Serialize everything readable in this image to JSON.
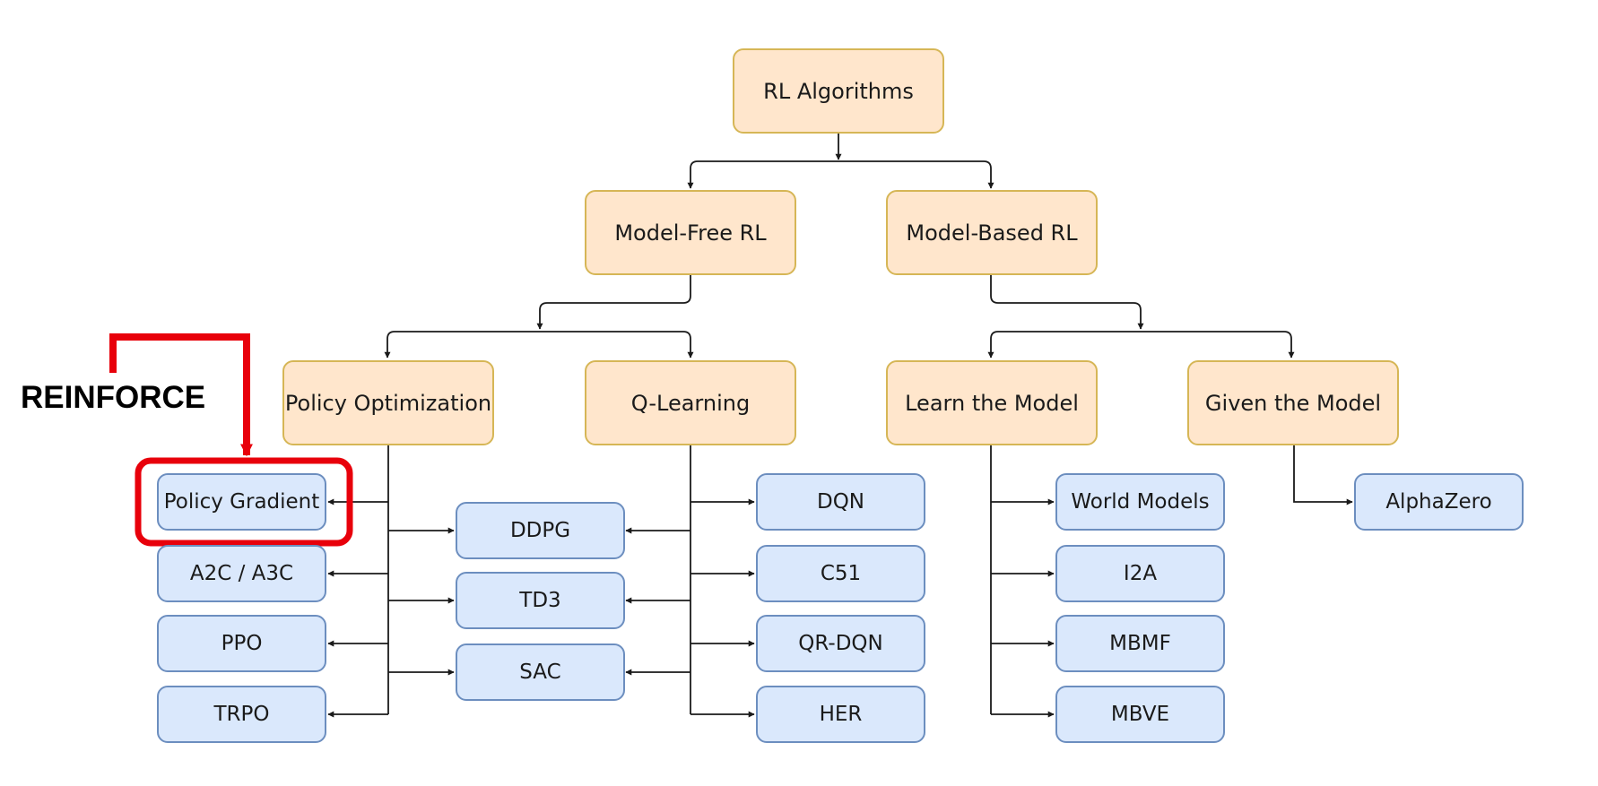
{
  "colors": {
    "category_fill": "#ffe6cc",
    "category_border": "#d6b656",
    "algorithm_fill": "#dae8fc",
    "algorithm_border": "#6c8ebf",
    "edge": "#1a1a1a",
    "highlight": "#e8000b"
  },
  "tree": {
    "root": "RL Algorithms",
    "branches": {
      "model_free": "Model-Free RL",
      "model_based": "Model-Based RL"
    },
    "categories": {
      "policy_optimization": "Policy Optimization",
      "q_learning": "Q-Learning",
      "learn_the_model": "Learn the Model",
      "given_the_model": "Given the Model"
    },
    "algorithms": {
      "policy_gradient": "Policy Gradient",
      "a2c_a3c": "A2C / A3C",
      "ppo": "PPO",
      "trpo": "TRPO",
      "ddpg": "DDPG",
      "td3": "TD3",
      "sac": "SAC",
      "dqn": "DQN",
      "c51": "C51",
      "qr_dqn": "QR-DQN",
      "her": "HER",
      "world_models": "World Models",
      "i2a": "I2A",
      "mbmf": "MBMF",
      "mbve": "MBVE",
      "alphazero": "AlphaZero"
    }
  },
  "annotation": {
    "label": "REINFORCE",
    "target": "Policy Gradient"
  }
}
